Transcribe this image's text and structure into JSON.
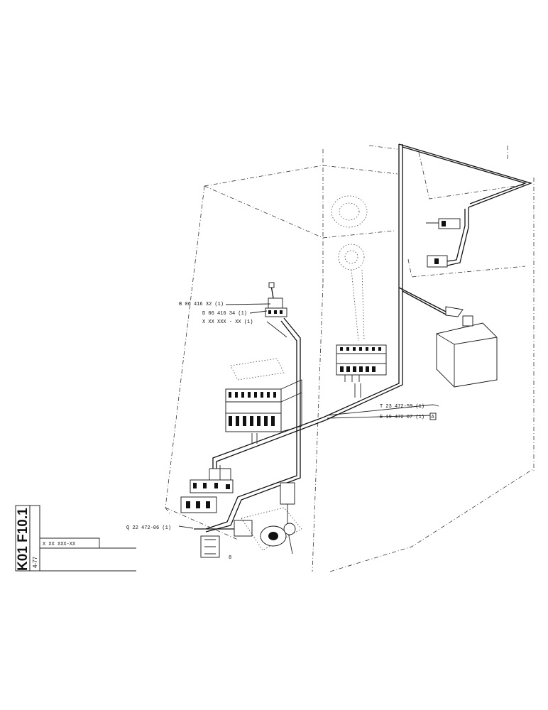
{
  "sheet": {
    "code": "K01 F10.1",
    "date": "4-77",
    "title_block_text": "X XX XXX-XX"
  },
  "callouts": {
    "switch_part": "B 06 416  32 (1)",
    "switch_base_part": "D 06 416  34 (1)",
    "switch_wire_part": "X XX XXX - XX (1)",
    "connector_upper": "T 23 472-59 (1)",
    "connector_lower": "E 19 472  07 (1)",
    "connector_lower_box": "A",
    "tee_fitting": "Q 22 472-06 (1)",
    "item_number": "8"
  }
}
